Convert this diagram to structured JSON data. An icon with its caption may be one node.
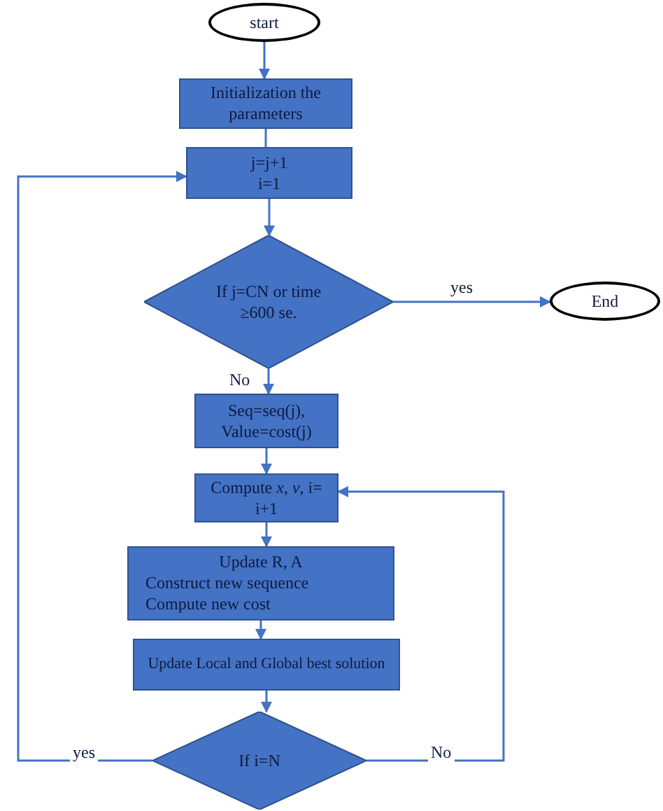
{
  "diagram": {
    "nodes": [
      {
        "text": [
          "start"
        ]
      },
      {
        "text": [
          "Initialization the parameters"
        ]
      },
      {
        "text": [
          "j=j+1 i=1"
        ]
      },
      {
        "text": [
          "If j=CN or time ≥600 se."
        ]
      },
      {
        "text": [
          "End"
        ]
      },
      {
        "text": [
          "Seq=seq(j), Value=cost(j)"
        ]
      },
      {
        "text": [
          "Compute *x*, *v*, i= i+1"
        ]
      },
      {
        "text": [
          "Update R, A",
          "Construct new sequence",
          "Compute new cost"
        ]
      },
      {
        "text": [
          "Update Local and Global best solution"
        ]
      },
      {
        "text": [
          "If i=N"
        ]
      }
    ],
    "edges": [
      {
        "from": 0,
        "to": 1,
        "arrow": "to"
      },
      {
        "from": 1,
        "to": 2,
        "arrow": "none"
      },
      {
        "from": 2,
        "to": 3,
        "arrow": "to"
      },
      {
        "from": 3,
        "to": 4,
        "arrow": "to",
        "label": "yes"
      },
      {
        "from": 3,
        "to": 5,
        "arrow": "to",
        "label": "No"
      },
      {
        "from": 5,
        "to": 6,
        "arrow": "to"
      },
      {
        "from": 6,
        "to": 7,
        "arrow": "to"
      },
      {
        "from": 7,
        "to": 8,
        "arrow": "to"
      },
      {
        "from": 8,
        "to": 9,
        "arrow": "to"
      },
      {
        "from": 9,
        "to": 2,
        "arrow": "to",
        "label": "yes"
      },
      {
        "from": 9,
        "to": 6,
        "arrow": "to",
        "label": "No"
      }
    ]
  }
}
